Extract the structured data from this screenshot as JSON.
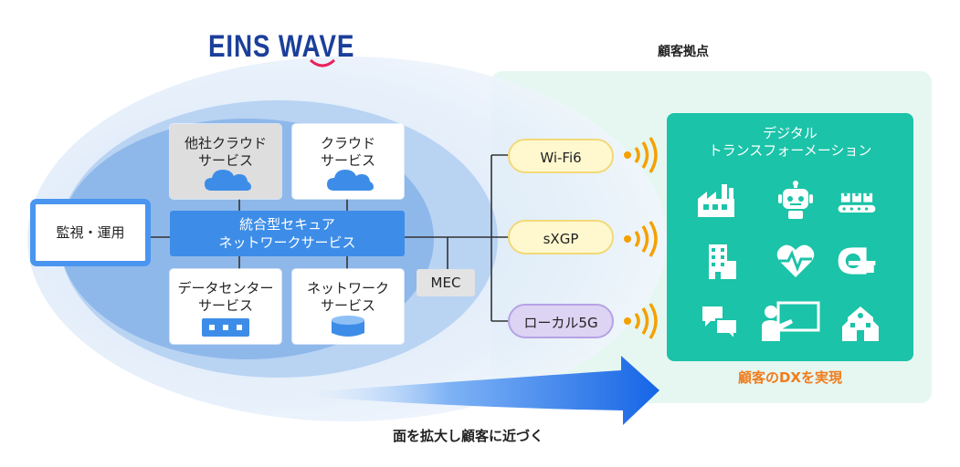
{
  "brand": {
    "logo_text": "EINS WAVE"
  },
  "customer_site": {
    "label": "顧客拠点"
  },
  "monitoring": {
    "label": "監視・運用"
  },
  "services": {
    "other_cloud": "他社クラウド\nサービス",
    "cloud": "クラウド\nサービス",
    "integrated_security": "統合型セキュア\nネットワークサービス",
    "datacenter": "データセンター\nサービス",
    "network": "ネットワーク\nサービス"
  },
  "mec": {
    "label": "MEC"
  },
  "wireless": [
    {
      "label": "Wi-Fi6"
    },
    {
      "label": "sXGP"
    },
    {
      "label": "ローカル5G"
    }
  ],
  "dx": {
    "title": "デジタル\nトランスフォーメーション",
    "icons": [
      "factory-icon",
      "robot-icon",
      "conveyor-icon",
      "building-icon",
      "heart-monitor-icon",
      "mri-scanner-icon",
      "chat-icon",
      "teacher-board-icon",
      "school-icon"
    ],
    "result": "顧客のDXを実現"
  },
  "caption": {
    "expand": "面を拡大し顧客に近づく"
  },
  "colors": {
    "brand_blue": "#1b3f9a",
    "core_blue": "#3d8de8",
    "cloud_blue": "#3d8de8",
    "teal": "#1bc3a8",
    "site_bg": "#e6f7f2",
    "orange": "#f07c1c",
    "wave_orange": "#f5a000"
  }
}
